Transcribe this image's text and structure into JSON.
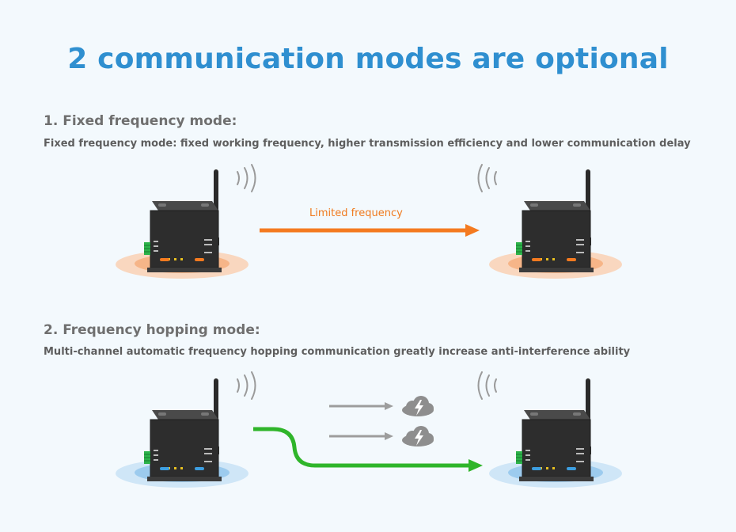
{
  "title": "2 communication modes are optional",
  "mode1": {
    "heading": "1. Fixed frequency mode:",
    "description": "Fixed frequency mode: fixed working frequency, higher transmission efficiency and lower communication delay",
    "arrow_label": "Limited frequency",
    "accent_color": "#f47a20"
  },
  "mode2": {
    "heading": "2. Frequency hopping mode:",
    "description": "Multi-channel automatic frequency hopping communication greatly increase anti-interference ability",
    "accent_color": "#2fb52a"
  },
  "icons": [
    "wireless-device-icon",
    "radio-wave-icon",
    "interference-cloud-icon",
    "lightning-icon"
  ]
}
